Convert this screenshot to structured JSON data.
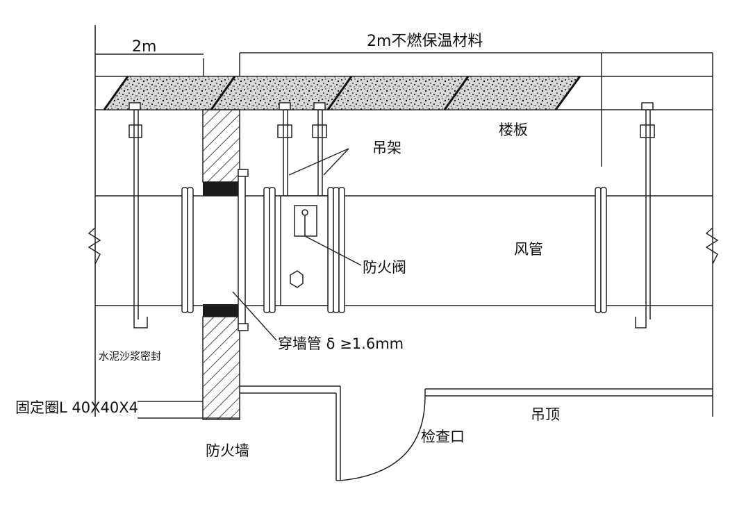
{
  "labels": {
    "dim_2m": "2m",
    "insulation": "2m不燃保温材料",
    "floor_slab": "楼板",
    "hanger": "吊架",
    "fire_damper": "防火阀",
    "duct": "风管",
    "wall_sleeve": "穿墙管 δ ≥1.6mm",
    "cement_seal": "水泥沙浆密封",
    "fixing_ring": "固定圈L 40X40X4",
    "fire_wall": "防火墙",
    "access_opening": "检查口",
    "ceiling": "吊顶"
  }
}
